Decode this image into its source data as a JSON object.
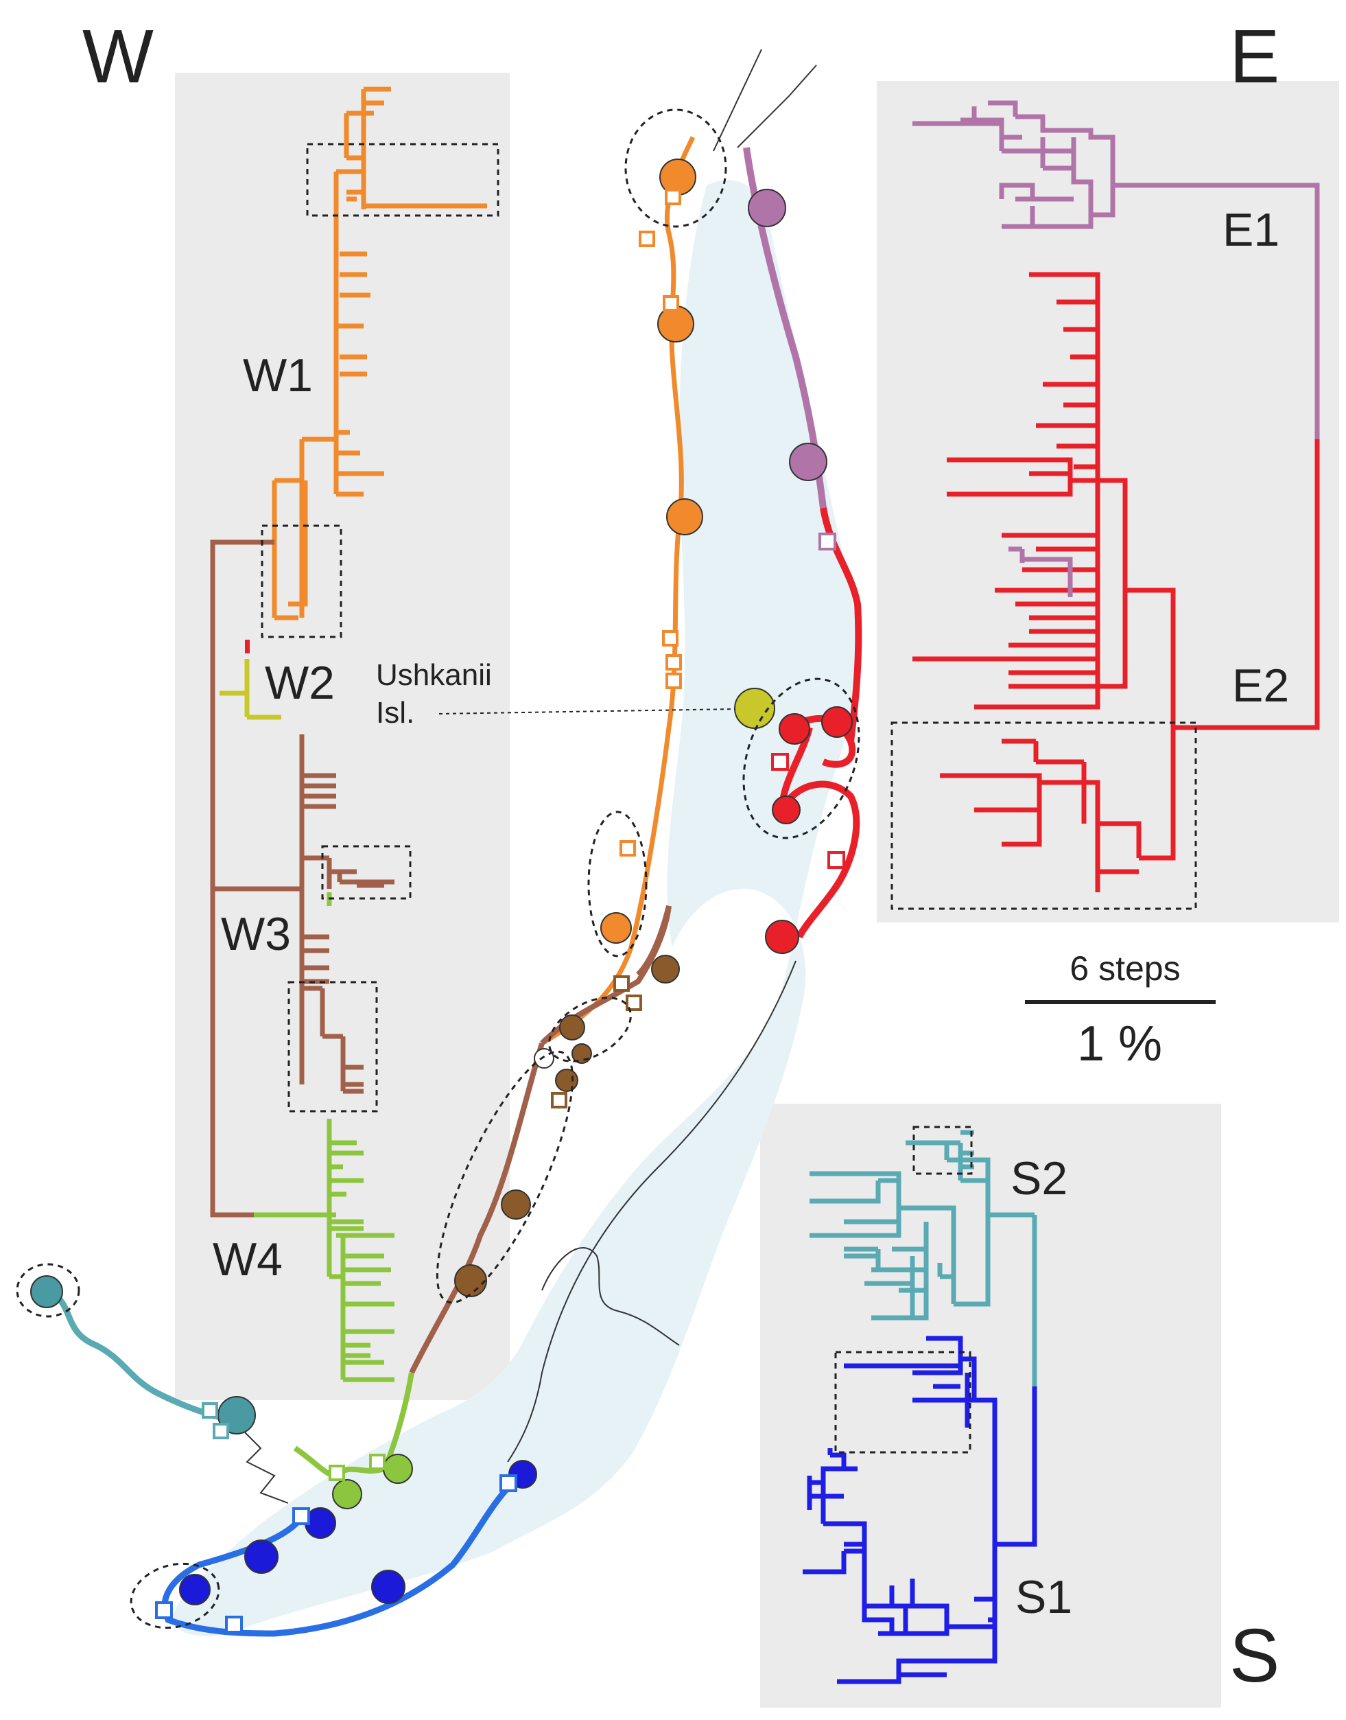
{
  "labels": {
    "west": "W",
    "east": "E",
    "south": "S",
    "w1": "W1",
    "w2": "W2",
    "w3": "W3",
    "w4": "W4",
    "e1": "E1",
    "e2": "E2",
    "s1": "S1",
    "s2": "S2",
    "island_line1": "Ushkanii",
    "island_line2": "Isl."
  },
  "scale": {
    "top": "6 steps",
    "bottom": "1 %"
  },
  "colors": {
    "w1": "#f08a2c",
    "w2": "#c8c82a",
    "w3": "#a0604a",
    "w4": "#8cc63f",
    "e1": "#b074a8",
    "e2": "#e8202a",
    "s1": "#1e1ee6",
    "s2": "#5aaab4",
    "coast_blue": "#2a6ee6",
    "brown_map": "#8a5a2a",
    "lake": "#e6f2f6",
    "panel": "#ebebeb"
  }
}
